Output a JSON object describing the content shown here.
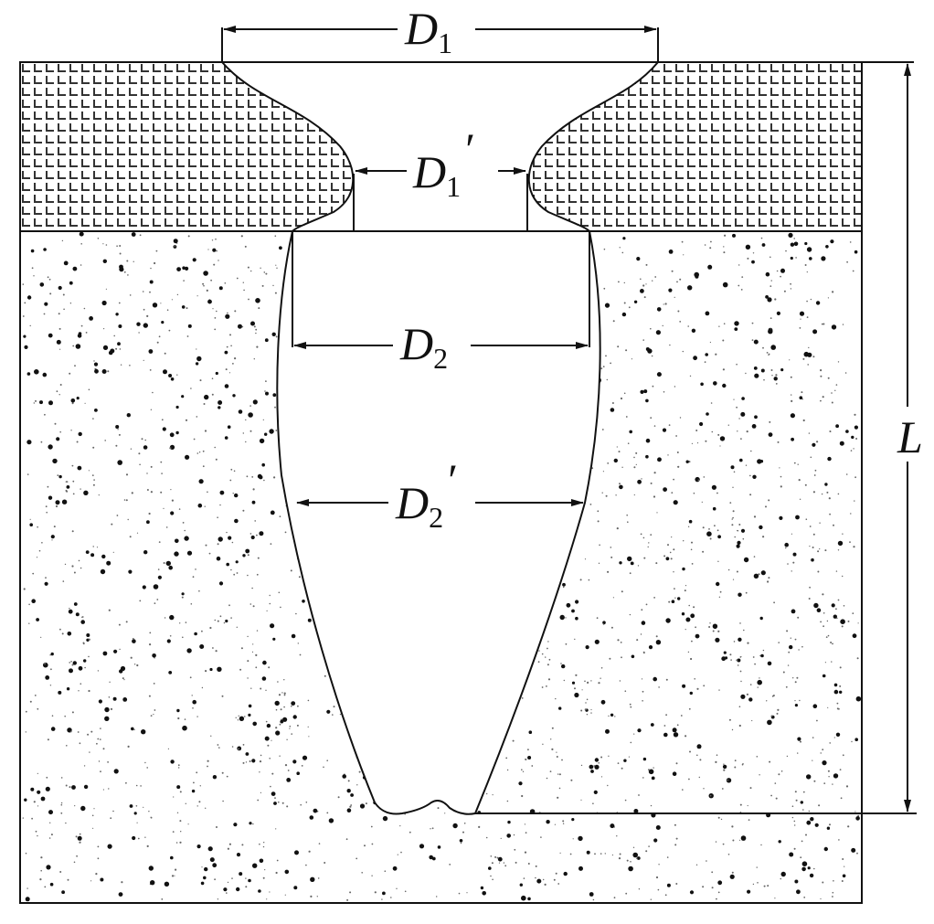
{
  "diagram": {
    "labels": {
      "d1": {
        "main": "D",
        "sub": "1",
        "prime": ""
      },
      "d1_prime": {
        "main": "D",
        "sub": "1",
        "prime": "′"
      },
      "d2": {
        "main": "D",
        "sub": "2",
        "prime": ""
      },
      "d2_prime": {
        "main": "D",
        "sub": "2",
        "prime": "′"
      },
      "l": {
        "main": "L"
      }
    },
    "colors": {
      "line": "#111111",
      "background": "#ffffff"
    }
  }
}
